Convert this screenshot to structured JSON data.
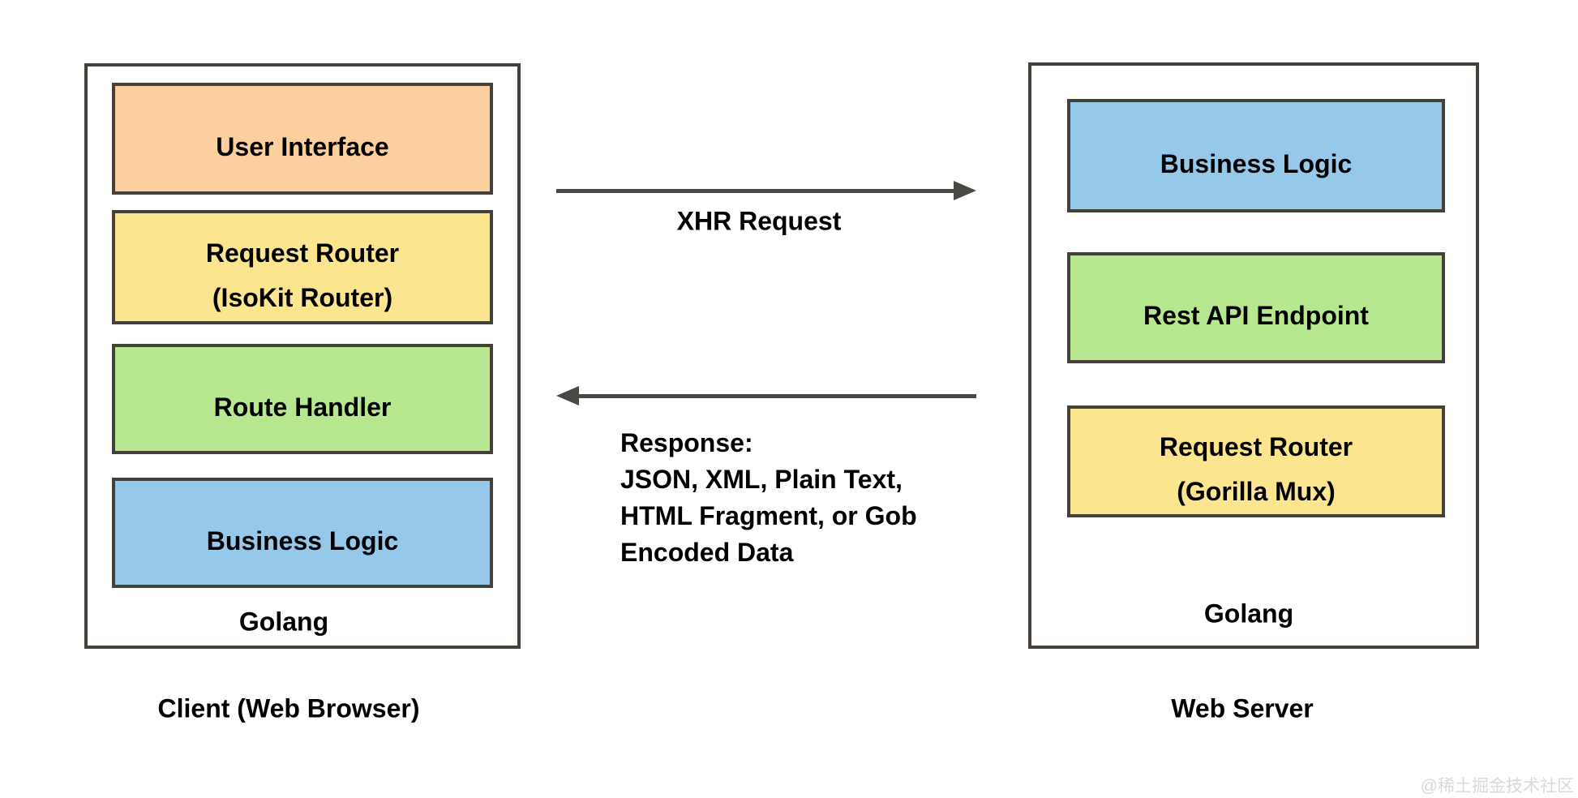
{
  "colors": {
    "box_orange": "#FBD09E",
    "box_yellow": "#FBE58F",
    "box_green": "#B7E78F",
    "box_blue": "#95C8E9",
    "border": "#45413A",
    "arrow": "#484844",
    "text": "#000000",
    "watermark": "#D9D9D9"
  },
  "client": {
    "caption": "Client (Web Browser)",
    "runtime_label": "Golang",
    "boxes": [
      {
        "label": "User Interface",
        "fill": "#FBD09E"
      },
      {
        "label": "Request Router",
        "sublabel": "(IsoKit Router)",
        "fill": "#FBE58F"
      },
      {
        "label": "Route Handler",
        "fill": "#B7E78F"
      },
      {
        "label": "Business Logic",
        "fill": "#95C8E9"
      }
    ]
  },
  "server": {
    "caption": "Web Server",
    "runtime_label": "Golang",
    "boxes": [
      {
        "label": "Business Logic",
        "fill": "#95C8E9"
      },
      {
        "label": "Rest API Endpoint",
        "fill": "#B7E78F"
      },
      {
        "label": "Request Router",
        "sublabel": "(Gorilla Mux)",
        "fill": "#FBE58F"
      }
    ]
  },
  "request_arrow": {
    "direction": "left-to-right",
    "label": "XHR Request"
  },
  "response_arrow": {
    "direction": "right-to-left",
    "label_lines": [
      "Response:",
      "JSON, XML, Plain Text,",
      "HTML Fragment, or Gob",
      "Encoded Data"
    ]
  },
  "watermark": "@稀土掘金技术社区"
}
